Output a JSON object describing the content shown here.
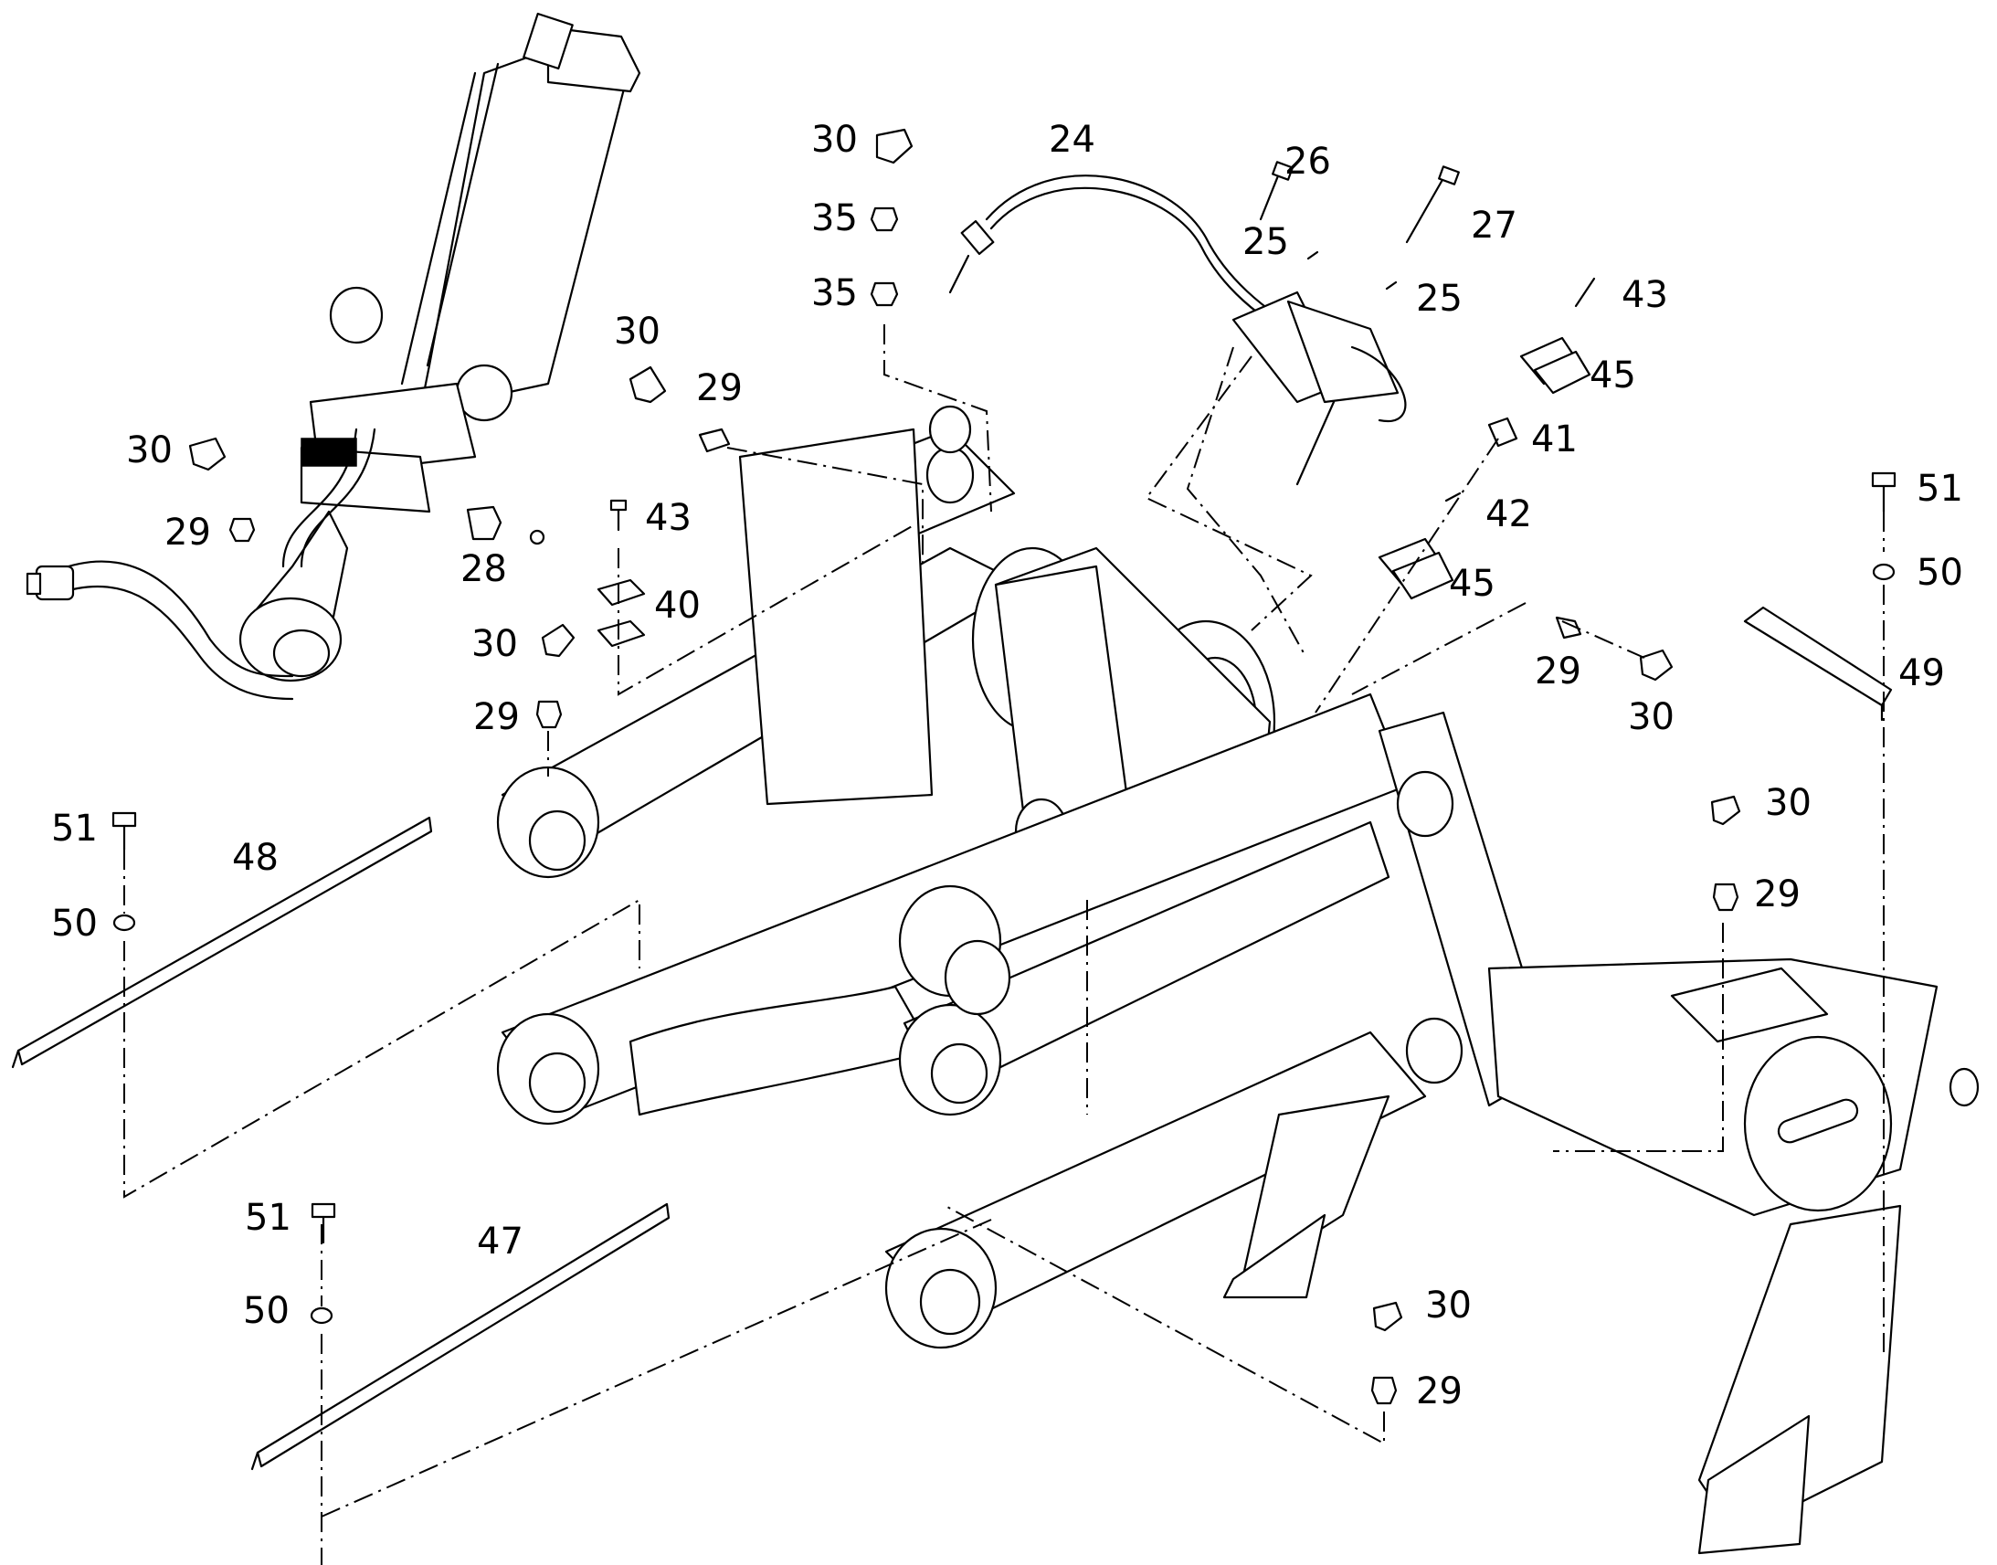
{
  "diagram": {
    "callouts": [
      {
        "label": "30"
      },
      {
        "label": "35"
      },
      {
        "label": "35"
      },
      {
        "label": "24"
      },
      {
        "label": "26"
      },
      {
        "label": "25"
      },
      {
        "label": "27"
      },
      {
        "label": "25"
      },
      {
        "label": "43"
      },
      {
        "label": "45"
      },
      {
        "label": "41"
      },
      {
        "label": "42"
      },
      {
        "label": "45"
      },
      {
        "label": "30"
      },
      {
        "label": "29"
      },
      {
        "label": "30"
      },
      {
        "label": "29"
      },
      {
        "label": "28"
      },
      {
        "label": "43"
      },
      {
        "label": "40"
      },
      {
        "label": "30"
      },
      {
        "label": "29"
      },
      {
        "label": "51"
      },
      {
        "label": "50"
      },
      {
        "label": "49"
      },
      {
        "label": "29"
      },
      {
        "label": "30"
      },
      {
        "label": "30"
      },
      {
        "label": "29"
      },
      {
        "label": "51"
      },
      {
        "label": "48"
      },
      {
        "label": "50"
      },
      {
        "label": "51"
      },
      {
        "label": "47"
      },
      {
        "label": "50"
      },
      {
        "label": "30"
      },
      {
        "label": "29"
      }
    ]
  }
}
